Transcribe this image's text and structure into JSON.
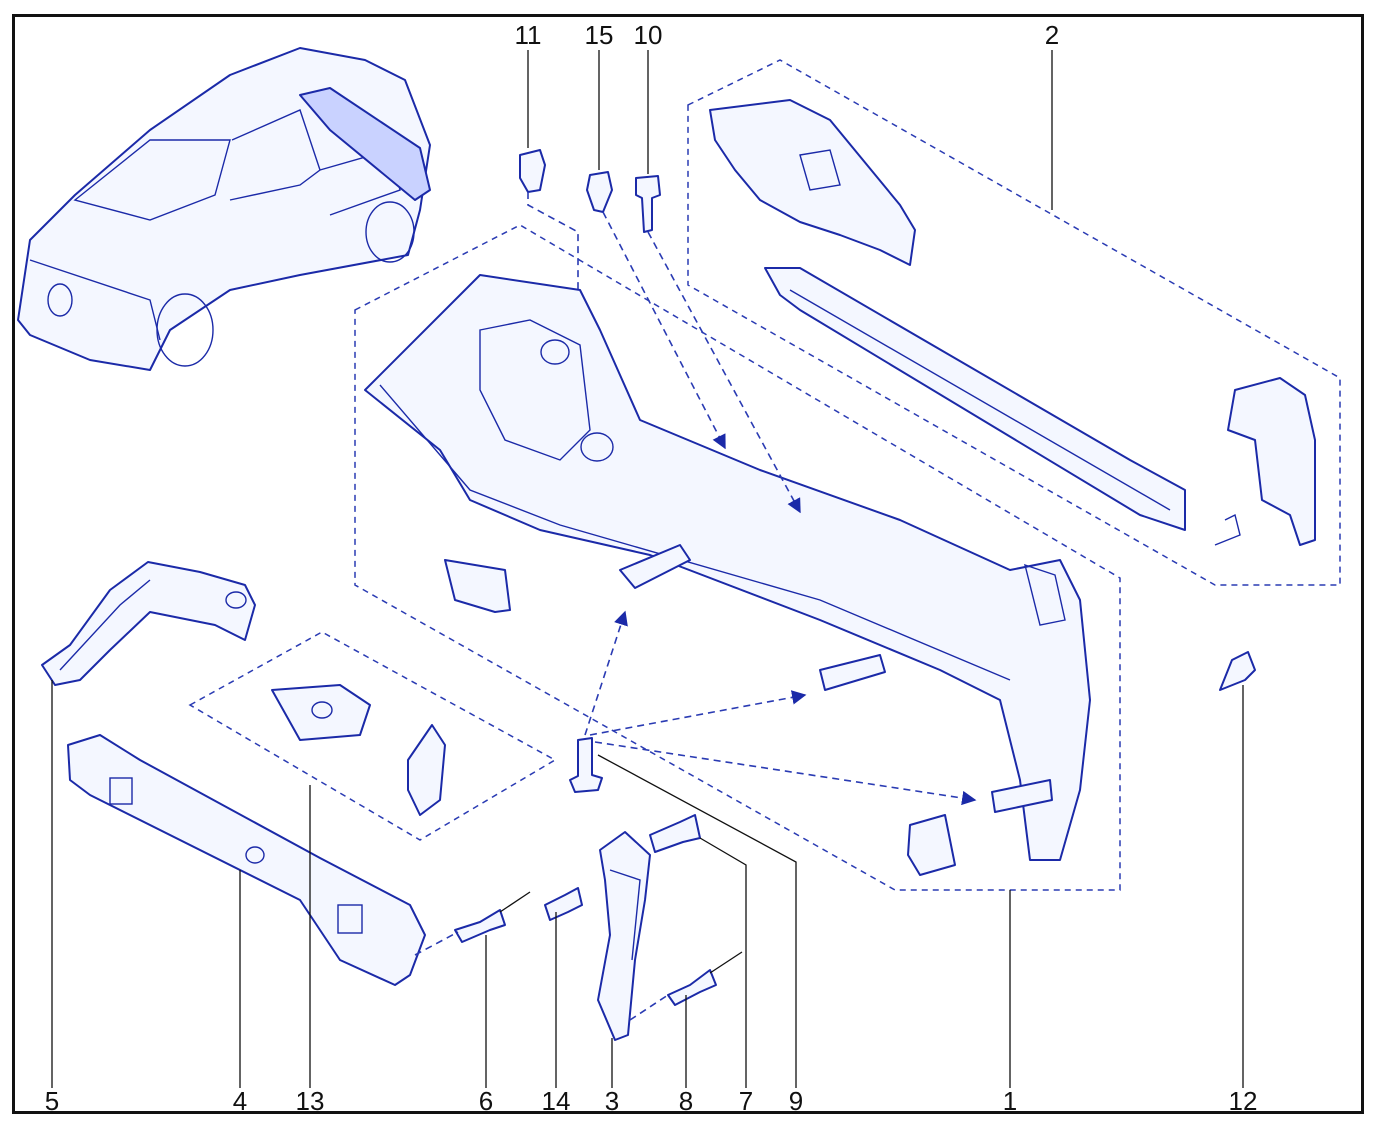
{
  "diagram": {
    "colors": {
      "line": "#1b2aa8",
      "dashed": "#2a3bb3",
      "frame": "#111111",
      "fill": "#f4f7ff"
    },
    "callouts": {
      "c1": "1",
      "c2": "2",
      "c3": "3",
      "c4": "4",
      "c5": "5",
      "c6": "6",
      "c7": "7",
      "c8": "8",
      "c9": "9",
      "c10": "10",
      "c11": "11",
      "c12": "12",
      "c13": "13",
      "c14": "14",
      "c15": "15"
    },
    "icons": {
      "vehicle": "car-icon",
      "bumper": "rear-bumper-icon",
      "clip": "clip-icon",
      "screw": "screw-icon",
      "rivet": "rivet-icon",
      "bracket": "bracket-icon"
    }
  }
}
